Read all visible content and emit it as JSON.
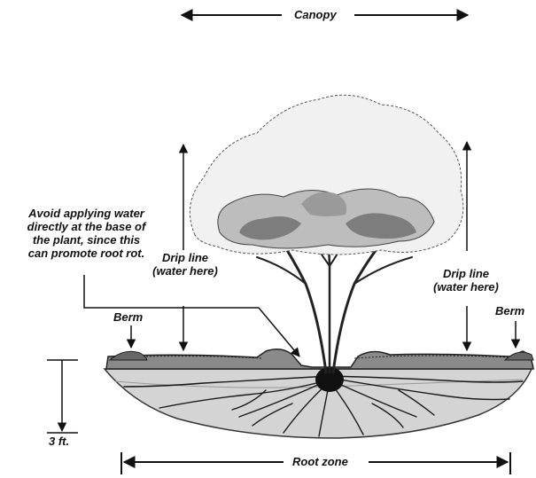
{
  "labels": {
    "canopy": "Canopy",
    "avoid": "Avoid applying water directly at the base of the plant, since this can promote root rot.",
    "drip_left": "Drip line (water here)",
    "drip_right": "Drip line (water here)",
    "berm_left": "Berm",
    "berm_right": "Berm",
    "depth": "3 ft.",
    "root_zone": "Root zone"
  },
  "colors": {
    "ink": "#111111",
    "soil": "#cfcfcf",
    "foliage_dark": "#7d7d7d",
    "foliage_light": "#bdbdbd"
  }
}
